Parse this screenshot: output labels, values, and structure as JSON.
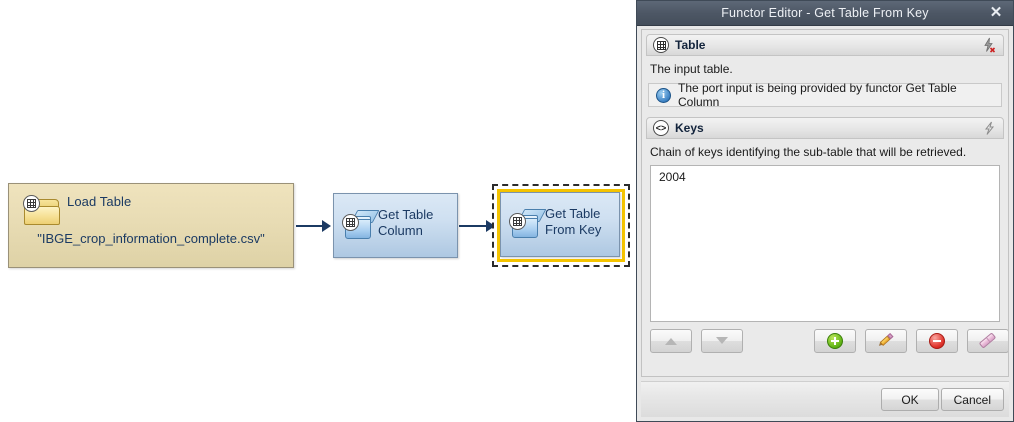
{
  "canvas": {
    "nodes": [
      {
        "id": "load-table",
        "title": "Load Table",
        "subtitle": "\"IBGE_crop_information_complete.csv\"",
        "icon": "folder-table-icon",
        "selected": false,
        "fill_color": "#e8dcb4",
        "border_color": "#9a9178",
        "text_color": "#1b3a63"
      },
      {
        "id": "get-table-column",
        "title": "Get Table\nColumn",
        "title_line1": "Get Table",
        "title_line2": "Column",
        "icon": "table-box-icon",
        "selected": false,
        "fill_color": "#cfe0f1",
        "border_color": "#7b93ad",
        "text_color": "#1b3a63"
      },
      {
        "id": "get-table-from-key",
        "title": "Get Table\nFrom Key",
        "title_line1": "Get Table",
        "title_line2": "From Key",
        "icon": "table-box-icon",
        "selected": true,
        "fill_color": "#cfe0f1",
        "border_color": "#7b93ad",
        "selection_color": "#f5c400",
        "text_color": "#1b3a63"
      }
    ],
    "connections": [
      {
        "from": "load-table",
        "to": "get-table-column",
        "color": "#1b3a63"
      },
      {
        "from": "get-table-column",
        "to": "get-table-from-key",
        "color": "#1b3a63"
      }
    ]
  },
  "dialog": {
    "title": "Functor Editor - Get Table From Key",
    "close_label": "✕",
    "titlebar_color": "#4d5765",
    "sections": [
      {
        "id": "table",
        "icon": "table-grid-icon",
        "header": "Table",
        "description": "The input table.",
        "right_icon": "bolt-remove-icon",
        "info": {
          "icon": "info-icon",
          "text": "The port input is being provided by functor Get Table Column"
        }
      },
      {
        "id": "keys",
        "icon": "angle-brackets-icon",
        "header": "Keys",
        "description": "Chain of keys identifying the sub-table that will be retrieved.",
        "right_icon": "bolt-icon",
        "list": {
          "items": [
            "2004"
          ]
        },
        "toolbar": {
          "move_up": {
            "name": "move-up-button",
            "icon": "triangle-up-icon",
            "enabled": false
          },
          "move_down": {
            "name": "move-down-button",
            "icon": "triangle-down-icon",
            "enabled": false
          },
          "add": {
            "name": "add-key-button",
            "icon": "plus-circle-icon",
            "enabled": true
          },
          "edit": {
            "name": "edit-key-button",
            "icon": "pencil-icon",
            "enabled": true
          },
          "remove": {
            "name": "remove-key-button",
            "icon": "minus-circle-icon",
            "enabled": true
          },
          "clear": {
            "name": "clear-keys-button",
            "icon": "eraser-icon",
            "enabled": true
          }
        }
      }
    ],
    "footer": {
      "ok_label": "OK",
      "cancel_label": "Cancel"
    }
  }
}
